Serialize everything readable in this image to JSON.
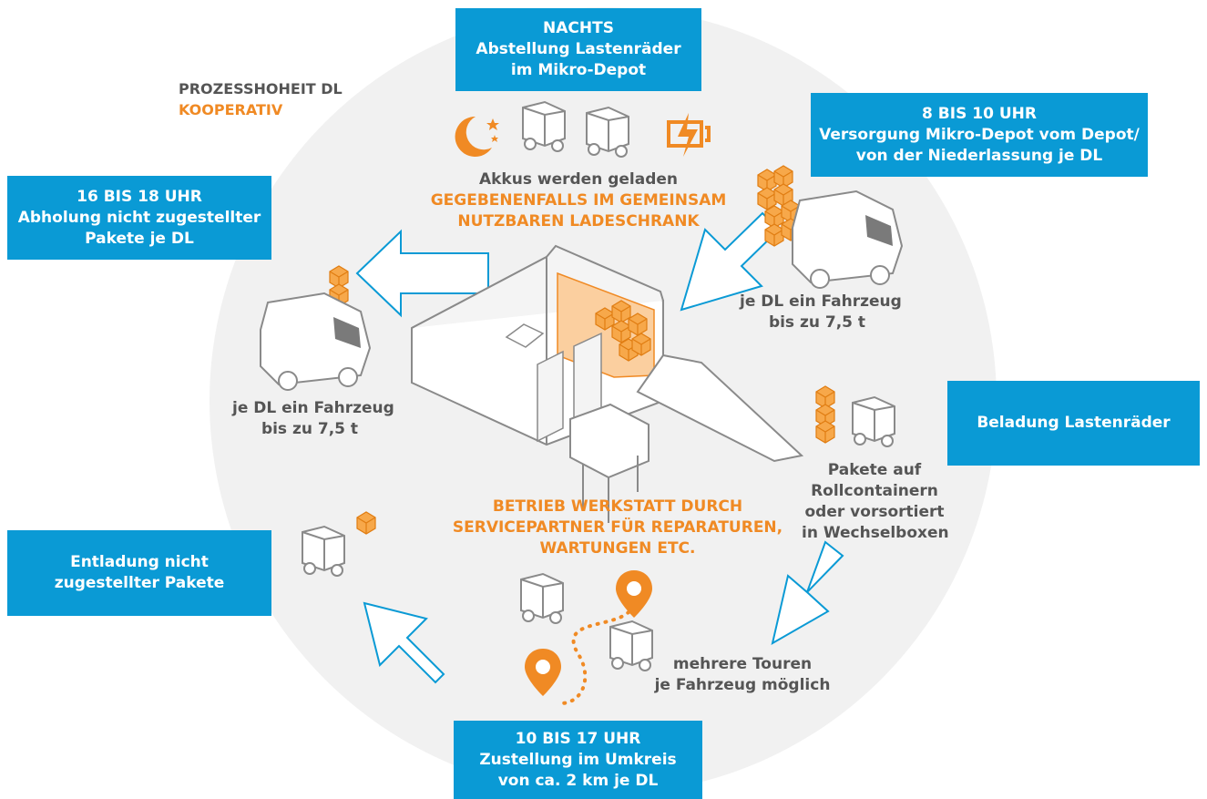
{
  "colors": {
    "accent_blue": "#0a9ad5",
    "accent_orange": "#f08a24",
    "text_gray": "#555555",
    "circle_bg": "#f1f1f1"
  },
  "header": {
    "label_gray": "PROZESSHOHEIT DL",
    "label_orange": "KOOPERATIV"
  },
  "boxes": {
    "nachts": [
      "NACHTS",
      "Abstellung Lastenräder",
      "im Mikro-Depot"
    ],
    "morning": [
      "8 BIS 10 UHR",
      "Versorgung Mikro-Depot vom Depot/",
      "von der Niederlassung je DL"
    ],
    "afternoon": [
      "16 BIS 18 UHR",
      "Abholung nicht zugestellter",
      "Pakete je DL"
    ],
    "beladung": [
      "Beladung Lastenräder"
    ],
    "entladung": [
      "Entladung nicht",
      "zugestellter Pakete"
    ],
    "zustellung": [
      "10 BIS 17 UHR",
      "Zustellung im Umkreis",
      "von ca. 2 km je DL"
    ]
  },
  "captions": {
    "akkus": "Akkus werden geladen",
    "ladeschrank": [
      "GEGEBENENFALLS IM GEMEINSAM",
      "NUTZBAREN LADESCHRANK"
    ],
    "vehicle_right": [
      "je DL ein Fahrzeug",
      "bis zu 7,5 t"
    ],
    "vehicle_left": [
      "je DL ein Fahrzeug",
      "bis zu 7,5 t"
    ],
    "pakete": [
      "Pakete auf",
      "Rollcontainern",
      "oder vorsortiert",
      "in Wechselboxen"
    ],
    "werkstatt": [
      "BETRIEB WERKSTATT DURCH",
      "SERVICEPARTNER FÜR REPARATUREN,",
      "WARTUNGEN ETC."
    ],
    "touren": [
      "mehrere Touren",
      "je Fahrzeug möglich"
    ]
  },
  "icons": [
    "moon-stars-icon",
    "cargo-bike-icon",
    "battery-charging-icon",
    "parcel-stack-icon",
    "van-icon",
    "micro-depot-building-icon",
    "location-pin-icon",
    "arrow-icon"
  ]
}
